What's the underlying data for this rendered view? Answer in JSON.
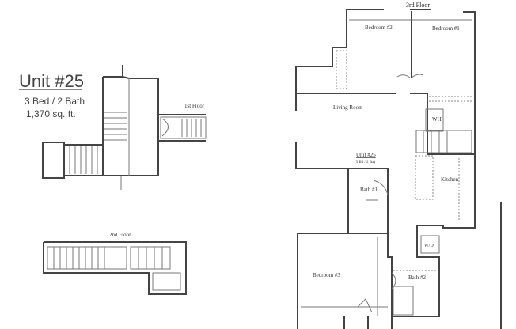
{
  "summary": {
    "title": "Unit #25",
    "beds_baths": "3 Bed / 2 Bath",
    "area": "1,370 sq. ft."
  },
  "floors": {
    "first": "1st Floor",
    "second": "2nd Floor",
    "third": "3rd Floor"
  },
  "rooms": {
    "bedroom2": "Bedroom #2",
    "bedroom1": "Bedroom #1",
    "living": "Living Room",
    "wh": "WH",
    "bath1": "Bath #1",
    "kitchen": "Kitchen",
    "bedroom3": "Bedroom #3",
    "bath2": "Bath #2",
    "wd": "W/D"
  },
  "plan_label": {
    "unit": "Unit #25",
    "beds_baths": "(3 Bd / 2 Ba)"
  }
}
